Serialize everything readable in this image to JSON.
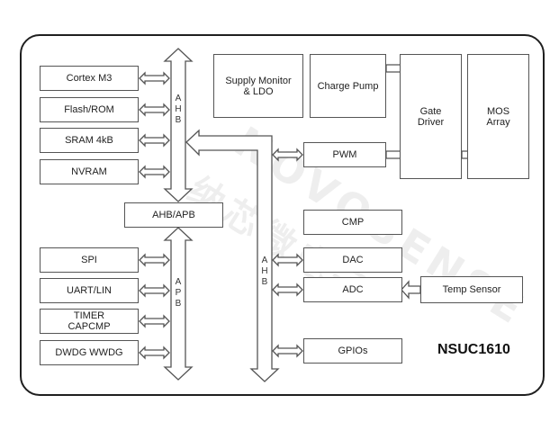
{
  "watermark": {
    "brand": "NOVOSENSE",
    "logo_text": "纳芯微电子"
  },
  "blocks": {
    "cortex": "Cortex M3",
    "flash": "Flash/ROM",
    "sram": "SRAM 4kB",
    "nvram": "NVRAM",
    "ahb_apb": "AHB/APB",
    "spi": "SPI",
    "uart": "UART/LIN",
    "timer_line1": "TIMER",
    "timer_line2": "CAPCMP",
    "dwdg": "DWDG WWDG",
    "supply_line1": "Supply Monitor",
    "supply_line2": "& LDO",
    "charge_pump": "Charge Pump",
    "gate_line1": "Gate",
    "gate_line2": "Driver",
    "mos_line1": "MOS",
    "mos_line2": "Array",
    "pwm": "PWM",
    "cmp": "CMP",
    "dac": "DAC",
    "adc": "ADC",
    "temp_sensor": "Temp Sensor",
    "gpios": "GPIOs"
  },
  "buses": {
    "ahb_upper": [
      "A",
      "H",
      "B"
    ],
    "apb_lower": [
      "A",
      "P",
      "B"
    ],
    "ahb_right": [
      "A",
      "H",
      "B"
    ]
  },
  "chip_name": "NSUC1610"
}
